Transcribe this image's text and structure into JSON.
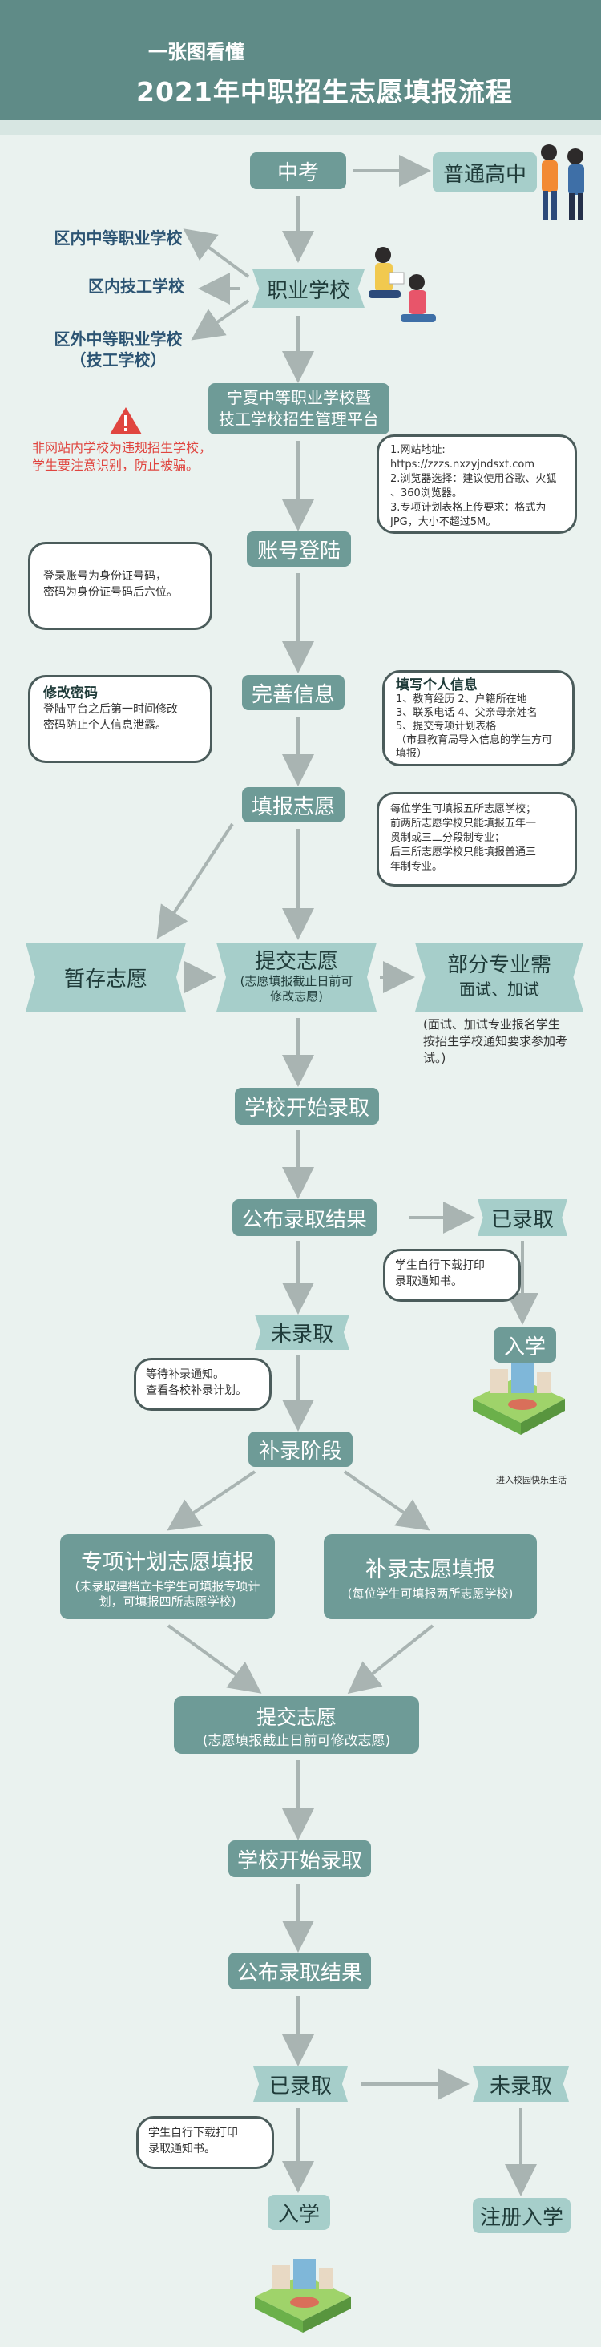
{
  "header": {
    "subtitle": "一张图看懂",
    "title": "2021年中职招生志愿填报流程"
  },
  "nodes": {
    "zhongkao": "中考",
    "putong_gaozhong": "普通高中",
    "zhiye_xuexiao": "职业学校",
    "platform_line1": "宁夏中等职业学校暨",
    "platform_line2": "技工学校招生管理平台",
    "zhanghao_denglu": "账号登陆",
    "wanshan_xinxi": "完善信息",
    "tianbao_zhiyuan": "填报志愿",
    "zancun_zhiyuan": "暂存志愿",
    "tijiao_zhiyuan": "提交志愿",
    "tijiao_zhiyuan_note": "(志愿填报截止日前可修改志愿)",
    "bufen_zhuanye": "部分专业需",
    "bufen_zhuanye_2": "面试、加试",
    "kaishi_luqu_1": "学校开始录取",
    "gongbu_jieguo_1": "公布录取结果",
    "yi_luqu_1": "已录取",
    "ruxue_1": "入学",
    "wei_luqu_1": "未录取",
    "bulu_jieduan": "补录阶段",
    "zhuanxiang_title": "专项计划志愿填报",
    "zhuanxiang_note": "(未录取建档立卡学生可填报专项计划，可填报四所志愿学校)",
    "bulu_title": "补录志愿填报",
    "bulu_note": "(每位学生可填报两所志愿学校)",
    "tijiao_2": "提交志愿",
    "tijiao_2_note": "(志愿填报截止日前可修改志愿)",
    "kaishi_luqu_2": "学校开始录取",
    "gongbu_jieguo_2": "公布录取结果",
    "yi_luqu_2": "已录取",
    "wei_luqu_2": "未录取",
    "ruxue_2": "入学",
    "zhuce_ruxue": "注册入学"
  },
  "side_labels": {
    "qunei_zhiye": "区内中等职业学校",
    "qunei_jigong": "区内技工学校",
    "quwai_line1": "区外中等职业学校",
    "quwai_line2": "（技工学校）"
  },
  "warning": {
    "line1": "非网站内学校为违规招生学校，",
    "line2": "学生要注意识别，防止被骗。"
  },
  "bubbles": {
    "website": {
      "lines": [
        "1.网站地址:",
        "https://zzzs.nxzyjndsxt.com",
        "2.浏览器选择：建议使用谷歌、火狐",
        "、360浏览器。",
        "3.专项计划表格上传要求：格式为",
        "JPG，大小不超过5M。"
      ]
    },
    "login": {
      "lines": [
        "登录账号为身份证号码，",
        "密码为身份证号码后六位。"
      ]
    },
    "password": {
      "title": "修改密码",
      "lines": [
        "登陆平台之后第一时间修改",
        "密码防止个人信息泄露。"
      ]
    },
    "personal": {
      "title": "填写个人信息",
      "lines": [
        "1、教育经历   2、户籍所在地",
        "3、联系电话   4、父亲母亲姓名",
        "5、提交专项计划表格",
        "（市县教育局导入信息的学生方可",
        "填报）"
      ]
    },
    "volunteer": {
      "lines": [
        "每位学生可填报五所志愿学校；",
        "前两所志愿学校只能填报五年一",
        "贯制或三二分段制专业；",
        "后三所志愿学校只能填报普通三",
        "年制专业。"
      ]
    },
    "download_1": {
      "lines": [
        "学生自行下载打印",
        "录取通知书。"
      ]
    },
    "waiting": {
      "lines": [
        "等待补录通知。",
        "查看各校补录计划。"
      ]
    },
    "download_2": {
      "lines": [
        "学生自行下载打印",
        "录取通知书。"
      ]
    }
  },
  "notes": {
    "interview": [
      "(面试、加试专业报名学生",
      "按招生学校通知要求参加考",
      "试。)"
    ],
    "campus": "进入校园快乐生活"
  },
  "colors": {
    "header": "#5f8b87",
    "node": "#6e9b97",
    "node_light": "#a6ceca",
    "background": "#eaf2ef",
    "warning": "#e0453f",
    "side_label": "#2c5473"
  }
}
